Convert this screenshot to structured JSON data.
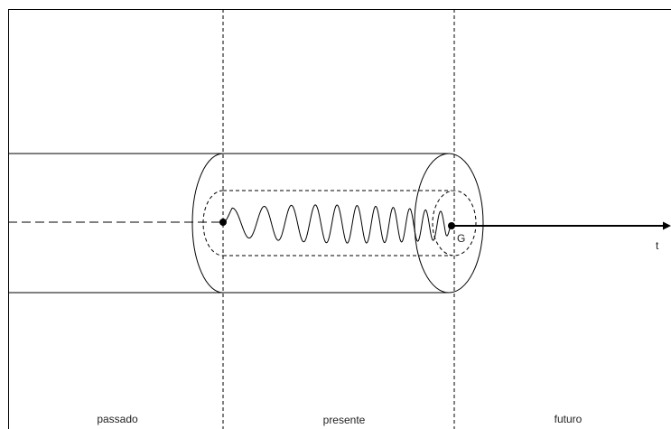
{
  "regions": {
    "past_label": "passado",
    "present_label": "presente",
    "future_label": "futuro"
  },
  "axis": {
    "label": "t"
  },
  "point": {
    "label": "G"
  },
  "colors": {
    "line": "#000000",
    "background": "#ffffff"
  }
}
